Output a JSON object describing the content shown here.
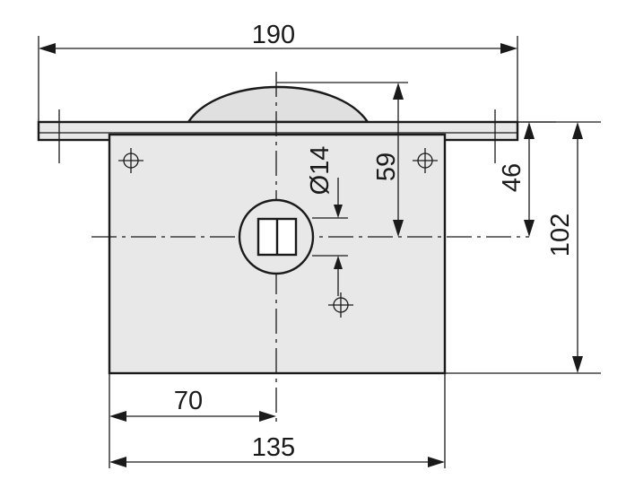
{
  "dimensions": {
    "overall_width": "190",
    "overall_height": "102",
    "body_width": "135",
    "center_offset": "70",
    "mount_height": "46",
    "axis_height": "59",
    "bore_diameter": "Ø14"
  },
  "colors": {
    "body_fill": "#e8e8e8",
    "dome_fill": "#e0e0e0",
    "line": "#1a1a1a",
    "background": "#ffffff"
  },
  "icons": [
    "crosshair-hole-marker"
  ]
}
